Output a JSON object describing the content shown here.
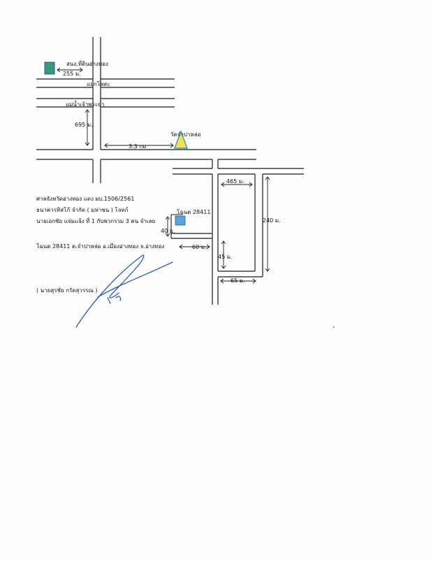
{
  "map": {
    "places": {
      "land_office_label": "สนง.ที่ดินอ่างทอง",
      "junction_label": "แยกโพสะ",
      "river_label": "แม่น้ำเจ้าพระยา",
      "temple_label": "วัดจำปาหล่อ",
      "plot_label": "โฉนด 28411"
    },
    "distances": {
      "d_255": "255 ม.",
      "d_695": "695 ม.",
      "d_3_3": "3.3 กม",
      "d_465": "465 ม.",
      "d_240": "240 ม.",
      "d_40": "40 ม.",
      "d_60": "60 ม.",
      "d_45": "45 ม.",
      "d_65": "65 ม."
    },
    "colors": {
      "land_office_marker": "#3a9a78",
      "temple_marker": "#f2e24c",
      "temple_outline": "#3b8fd6",
      "plot_marker": "#5aa2dc",
      "signature_ink": "#2a5bb5"
    }
  },
  "document": {
    "lines": [
      "ศาลจังหวัดอ่างทอง แดง ผบ.1506/2561",
      "ธนาคารทิสโก้ จำกัด ( มหาชน )  โจทก์",
      "นายเอกชัย แจ่มแจ้ง ที่ 1 กับพวกรวม 3 คน จำเลย"
    ],
    "deed_line": "โฉนด 28411 ต.จำปาหล่อ อ.เมืองอ่างทอง จ.อ่างทอง",
    "signatory": "( นายสุรชัย กรัดสุวรรณ )"
  }
}
